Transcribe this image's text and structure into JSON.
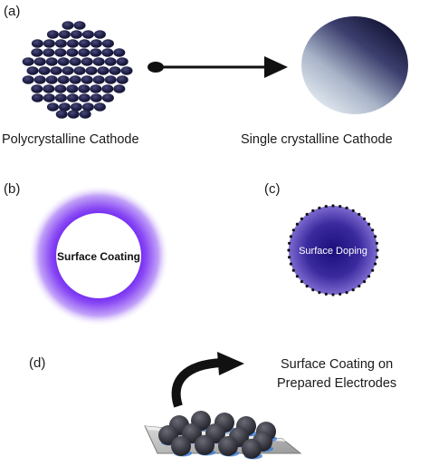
{
  "panels": {
    "a": {
      "label": "(a)",
      "left_caption": "Polycrystalline Cathode",
      "right_caption": "Single crystalline Cathode"
    },
    "b": {
      "label": "(b)",
      "text": "Surface Coating"
    },
    "c": {
      "label": "(c)",
      "text": "Surface Doping"
    },
    "d": {
      "label": "(d)",
      "caption_line1": "Surface Coating on",
      "caption_line2": "Prepared Electrodes"
    }
  },
  "colors": {
    "particle": "#20204a",
    "coating_glow": "#7b2cf0",
    "doping_core": "#2a1a8a",
    "arrow": "#111111"
  }
}
